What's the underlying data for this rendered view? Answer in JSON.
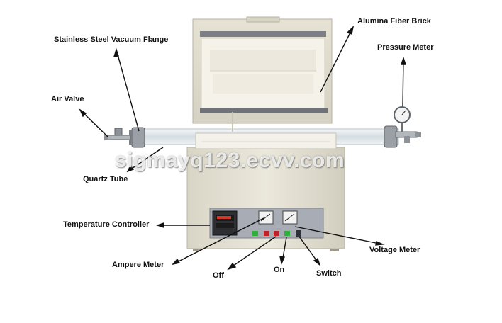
{
  "labels": {
    "stainless_flange": "Stainless Steel Vacuum Flange",
    "alumina_brick": "Alumina Fiber Brick",
    "pressure_meter": "Pressure Meter",
    "air_valve": "Air Valve",
    "quartz_tube": "Quartz Tube",
    "temperature_controller": "Temperature Controller",
    "ampere_meter": "Ampere Meter",
    "voltage_meter": "Voltage Meter",
    "off": "Off",
    "on": "On",
    "switch": "Switch"
  },
  "watermark": "sigmayq123.ecvv.com",
  "colors": {
    "body": "#e3dfd0",
    "panel": "#a8adb5",
    "insulation": "#f4f1e9",
    "tube": "#dfe6ea",
    "steel": "#9aa0a6",
    "button_green": "#2fae3c",
    "button_red": "#c0222a"
  }
}
